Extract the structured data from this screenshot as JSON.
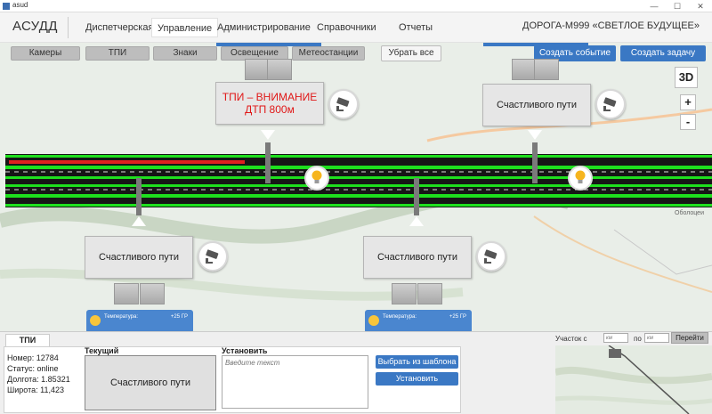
{
  "window": {
    "title": "asud",
    "minimize": "—",
    "maximize": "☐",
    "close": "✕"
  },
  "header": {
    "brand": "АСУДД",
    "nav": [
      "Диспетчерская",
      "Управление",
      "Администрирование",
      "Справочники",
      "Отчеты"
    ],
    "road": "ДОРОГА-М999 «СВЕТЛОЕ БУДУЩЕЕ»"
  },
  "filters": [
    "Камеры",
    "ТПИ",
    "Знаки",
    "Освещение",
    "Метеостанции"
  ],
  "clear_all": "Убрать все",
  "actions": {
    "create_event": "Создать событие",
    "create_task": "Создать задачу"
  },
  "map_controls": {
    "view3d": "3D",
    "zoom_in": "+",
    "zoom_out": "-"
  },
  "signs": {
    "top_left": {
      "line1": "ТПИ – ВНИМАНИЕ",
      "line2": "ДТП 800м"
    },
    "top_right": "Счастливого пути",
    "bottom_left": "Счастливого пути",
    "bottom_right": "Счастливого пути"
  },
  "weather": {
    "label": "Температура:",
    "value": "+25 ГР"
  },
  "map_place_label": "Оболоцеи",
  "bottom": {
    "tab": "ТПИ",
    "number": "Номер: 12784",
    "status": "Статус: online",
    "longitude": "Долгота: 1.85321",
    "latitude": "Широта: 11,423",
    "current_title": "Текущий",
    "current_value": "Счастливого пути",
    "set_title": "Установить",
    "input_placeholder": "Введите текст",
    "choose_template": "Выбрать из шаблона",
    "set_button": "Установить"
  },
  "section": {
    "label_from": "Участок с",
    "label_to": "по",
    "from_placeholder": "км",
    "to_placeholder": "км",
    "go": "Перейти"
  },
  "colors": {
    "accent": "#3a78c4",
    "alert": "#e01818",
    "road_lane": "#1ee01e",
    "road_bad": "#e02020"
  }
}
